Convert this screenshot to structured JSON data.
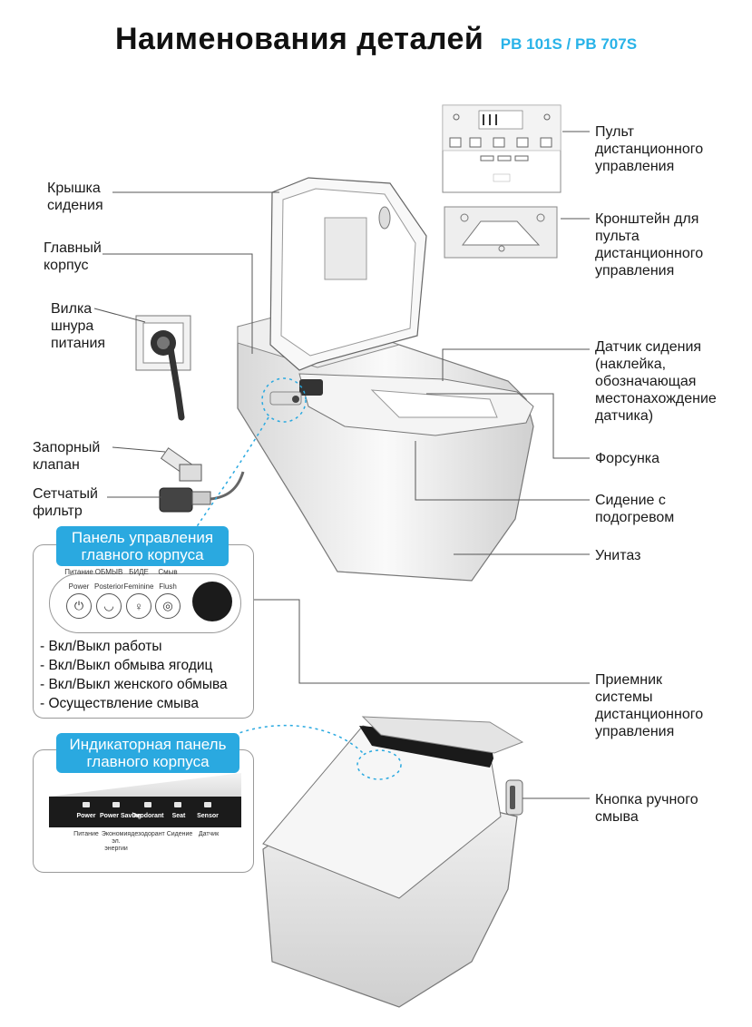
{
  "title": {
    "main": "Наименования деталей",
    "model": "PB 101S / PB 707S"
  },
  "labels_left": {
    "seat_cover": "Крышка\nсидения",
    "main_body": "Главный\nкорпус",
    "power_plug": "Вилка\nшнура\nпитания",
    "stop_valve": "Запорный\nклапан",
    "mesh_filter": "Сетчатый\nфильтр"
  },
  "labels_right": {
    "remote": "Пульт\nдистанционного\nуправления",
    "remote_bracket": "Кронштейн для\nпульта\nдистанционного\nуправления",
    "seat_sensor": "Датчик сидения\n(наклейка,\nобозначающая\nместонахождение\nдатчика)",
    "nozzle": "Форсунка",
    "heated_seat": "Сидение с\nподогревом",
    "toilet_bowl": "Унитаз",
    "receiver": "Приемник\nсистемы\nдистанционного\nуправления",
    "manual_flush": "Кнопка ручного\nсмыва"
  },
  "control_panel": {
    "tag": "Панель управления\nглавного корпуса",
    "buttons": [
      {
        "ru": "Питание",
        "en": "Power",
        "icon": "⏻"
      },
      {
        "ru": "ОБМЫВ",
        "en": "Posterior",
        "icon": "◡"
      },
      {
        "ru": "БИДЕ",
        "en": "Feminine",
        "icon": "♀"
      },
      {
        "ru": "Смыв",
        "en": "Flush",
        "icon": "◎"
      }
    ],
    "list": [
      "- Вкл/Выкл работы",
      "- Вкл/Выкл обмыва ягодиц",
      "- Вкл/Выкл женского обмыва",
      "- Осуществление смыва"
    ]
  },
  "indicator_panel": {
    "tag": "Индикаторная панель\nглавного корпуса",
    "indicators": [
      {
        "en": "Power",
        "ru": "Питание"
      },
      {
        "en": "Power Saving",
        "ru": "Экономия\nэл.\nэнергии"
      },
      {
        "en": "Deodorant",
        "ru": "дезодорант"
      },
      {
        "en": "Seat",
        "ru": "Сидение"
      },
      {
        "en": "Sensor",
        "ru": "Датчик"
      }
    ]
  },
  "colors": {
    "accent": "#2aa9e0",
    "title_model": "#29b3e8",
    "dark": "#1b1b1b"
  }
}
